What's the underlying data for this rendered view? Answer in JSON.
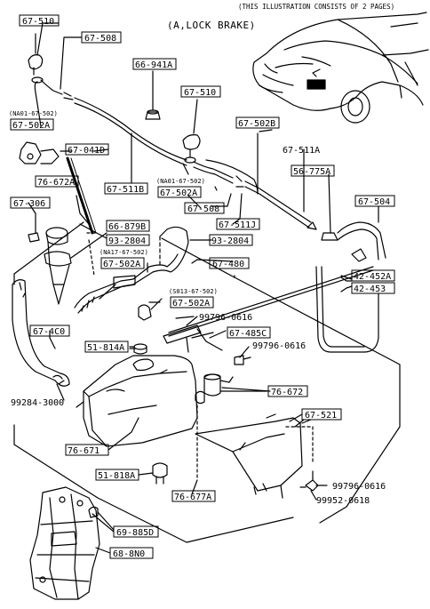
{
  "header": {
    "note": "(THIS ILLUSTRATION CONSISTS OF  2 PAGES)",
    "title": "(A,LOCK BRAKE)"
  },
  "parts": {
    "p67510a": "67-510",
    "p67508a": "67-508",
    "p66941a": "66-941A",
    "p67510b": "67-510",
    "na01a": "(NA01-67-502)",
    "p67502a1": "67-502A",
    "p67502b": "67-502B",
    "p67041d": "67-041D",
    "p67511a": "67-511A",
    "na01b": "(NA01-67-502)",
    "p67502a2": "67-502A",
    "p56775a": "56-775A",
    "p76672a": "76-672A",
    "p67511b": "67-511B",
    "p67508b": "67-508",
    "p67504": "67-504",
    "p67306": "67-306",
    "p67511j": "67-511J",
    "p66879b": "66-879B",
    "p932804a": "93-2804",
    "p932804b": "93-2804",
    "na17": "(NA17-67-502)",
    "p67502a3": "67-502A",
    "p67480": "67-480",
    "p42452a": "42-452A",
    "p42453": "42-453",
    "s013": "(S013-67-502)",
    "p67502a4": "67-502A",
    "p674c0": "67-4C0",
    "p99796a": "99796-0616",
    "p67485c": "67-485C",
    "p51814a": "51-814A",
    "p99796b": "99796-0616",
    "p992843000": "99284-3000",
    "p76672": "76-672",
    "p67521": "67-521",
    "p76671": "76-671",
    "p51818a": "51-818A",
    "p99796c": "99796-0616",
    "p76677a": "76-677A",
    "p99952": "99952-0618",
    "p69885d": "69-885D",
    "p688n0": "68-8N0"
  },
  "icons": [
    "car-icon",
    "washer-tank-icon",
    "washer-pump-icon",
    "washer-nozzle-icon",
    "hose-icon",
    "bracket-icon"
  ]
}
